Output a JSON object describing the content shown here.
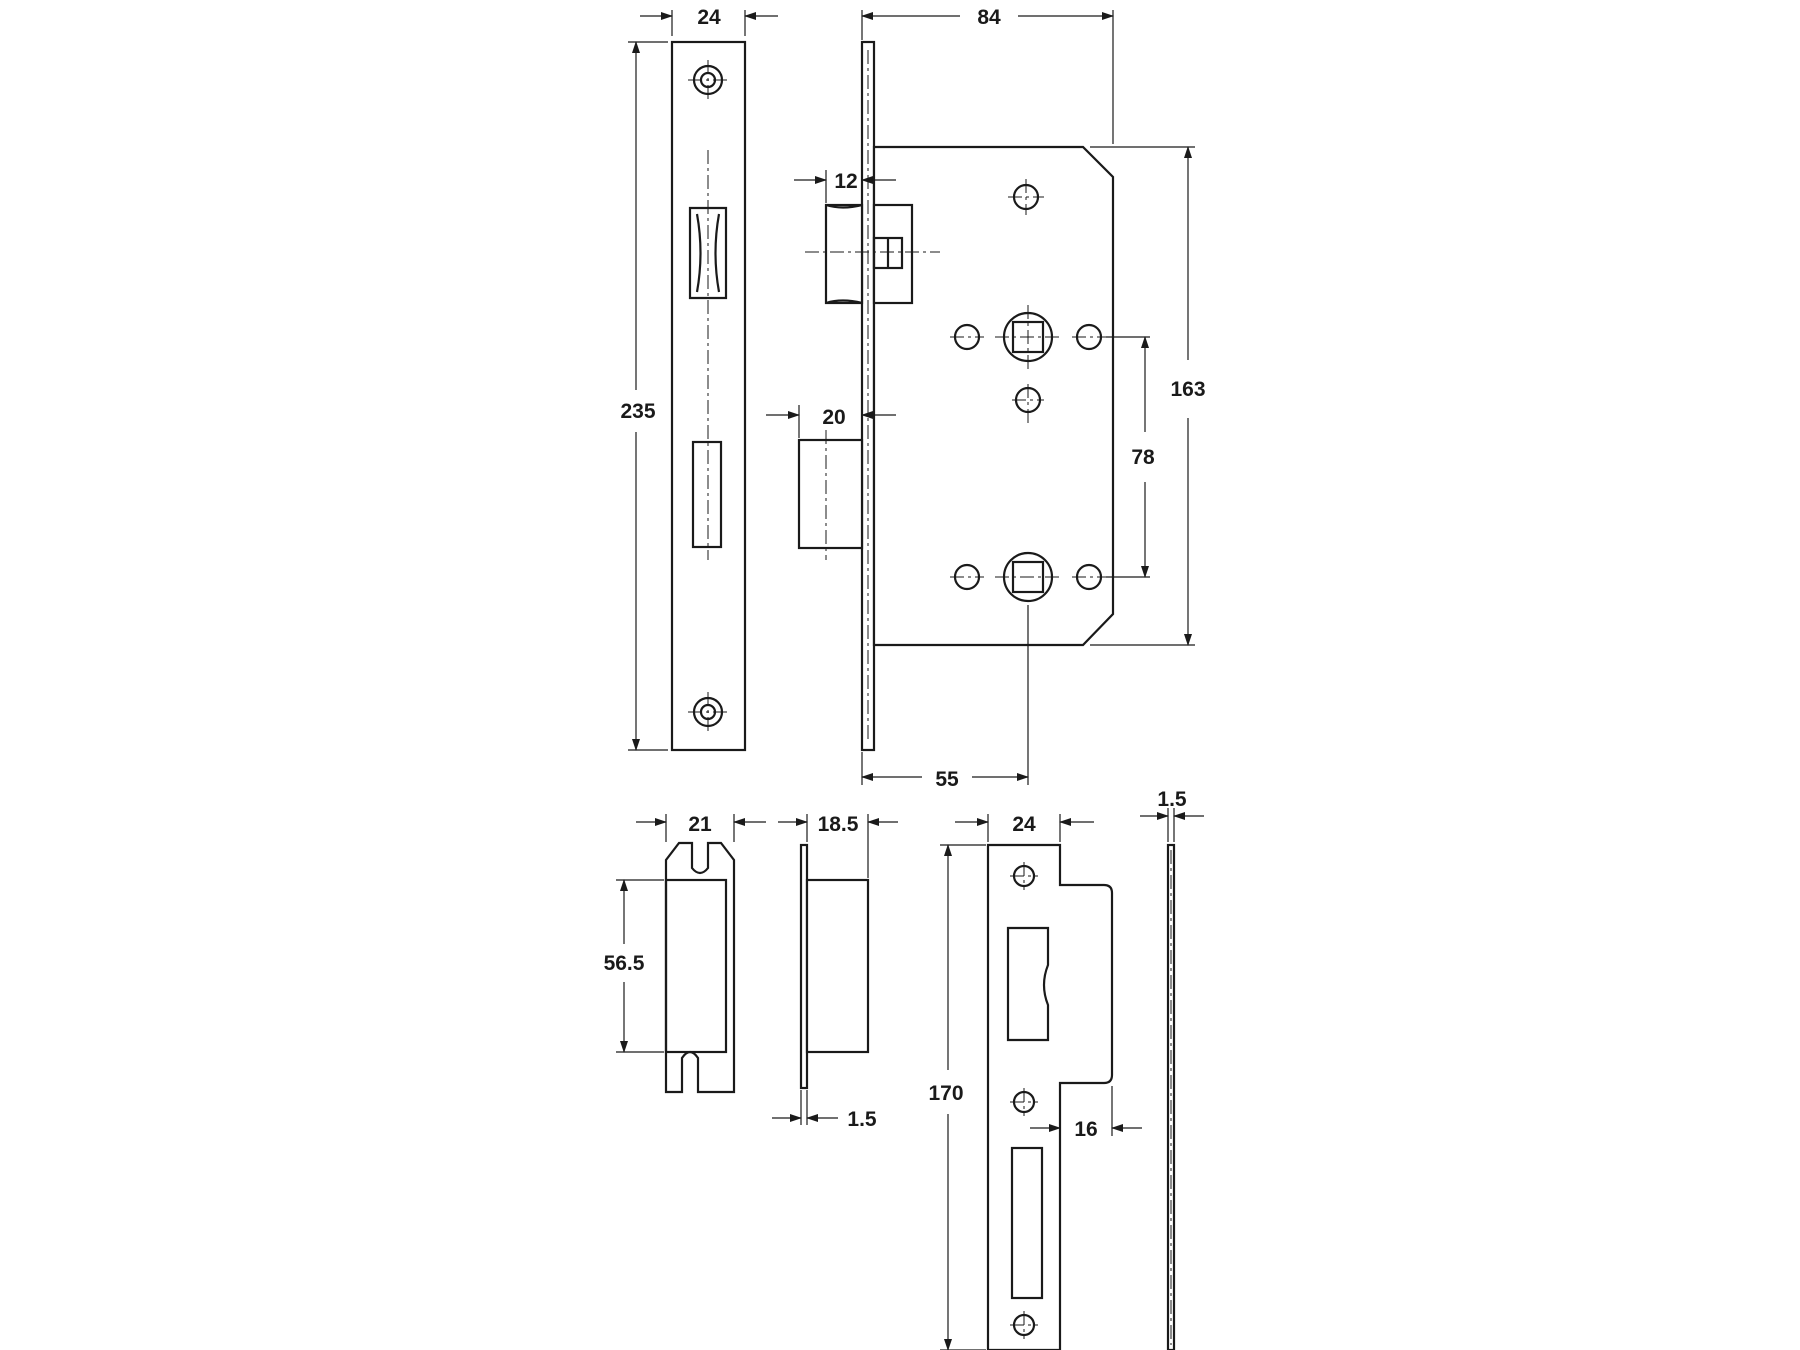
{
  "dimensions": {
    "forend_width": "24",
    "forend_height": "235",
    "case_depth": "84",
    "latch_projection": "12",
    "bolt_projection": "20",
    "case_height": "163",
    "follower_centres": "78",
    "backset": "55",
    "keep_width": "21",
    "keep_depth": "18.5",
    "keep_height": "56.5",
    "keep_plate_thickness": "1.5",
    "strike_width": "24",
    "strike_thickness": "1.5",
    "strike_height": "170",
    "strike_lip": "16"
  },
  "colors": {
    "line": "#1a1a1a",
    "background": "#ffffff"
  }
}
